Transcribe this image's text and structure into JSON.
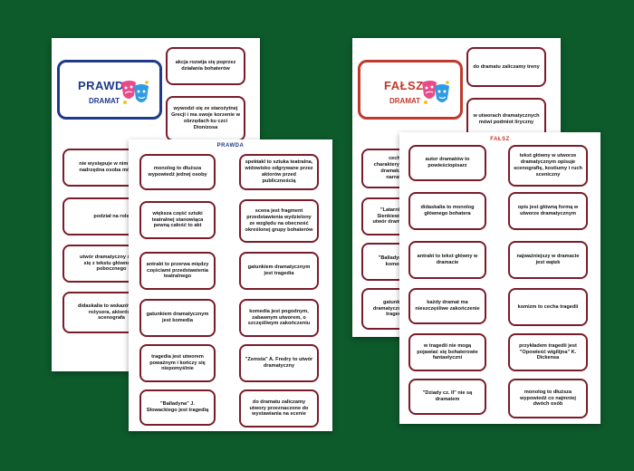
{
  "colors": {
    "background": "#0d5a2b",
    "prawda_accent": "#1f3a8a",
    "falsz_accent": "#c0392b",
    "card_border": "#7a1c2a"
  },
  "left_back": {
    "title": "PRAWDA",
    "subtitle": "DRAMAT",
    "icon": "theater-masks-icon",
    "top_cards": [
      "akcja rozwija się poprzez działania bohaterów",
      "wywodzi się ze starożytnej Grecji i ma swoje korzenie w obrzędach ku czci Dionizosa"
    ],
    "partial_cards": [
      "nie występuje w nim żadna nadrzędna osoba mówiąca",
      "podział na role",
      "utwór dramatyczny składa się z tekstu głównego i pobocznego",
      "didaskalia to wskazówki dla reżysera, aktorów i scenografa"
    ]
  },
  "left_front": {
    "label": "PRAWDA",
    "cards": [
      "monolog to dłuższa wypowiedź jednej osoby",
      "spektakl to sztuka teatralna, widowisko odgrywane przez aktorów przed publicznością",
      "większa część sztuki teatralnej stanowiąca pewną całość to akt",
      "scena jest fragment przedstawienia wydzielony ze względu na obecność określonej grupy bohaterów",
      "antrakt to przerwa między częściami przedstawienia teatralnego",
      "gatunkiem dramatycznym jest tragedia",
      "gatunkiem dramatycznym jest komedia",
      "komedia jest pogodnym, zabawnym utworem, o szczęśliwym zakończeniu",
      "tragedia jest utworem poważnym i kończy się niepomyślnie",
      "\"Zemsta\" A. Fredry to utwór dramatyczny",
      "\"Balladyna\" J. Słowackiego jest tragedią",
      "do dramatu zaliczamy utwory przeznaczone do wystawiania na scenie"
    ]
  },
  "right_back": {
    "title": "FAŁSZ",
    "subtitle": "DRAMAT",
    "icon": "theater-masks-icon",
    "top_cards": [
      "do dramatu zaliczamy treny",
      "w utworach dramatycznych mówi podmiot liryczny"
    ],
    "partial_cards": [
      "cechą charakterystyczną dramatu jest narrator",
      "\"Latarnik\" H. Sienkiewicza to utwór dramatyczny",
      "\"Balladyna\" to komedia",
      "gatunkiem dramatycznym jest tragedia"
    ]
  },
  "right_front": {
    "label": "FAŁSZ",
    "cards": [
      "autor dramatów to powieściopisarz",
      "tekst główny w utworze dramatycznym opisuje scenografię, kostiumy i ruch sceniczny",
      "didaskalia to monolog głównego bohatera",
      "opis jest główną formą w utworze dramatycznym",
      "antrakt to tekst główny w dramacie",
      "najważniejszy w dramacie jest wątek",
      "każdy dramat ma nieszczęśliwe zakończenie",
      "komizm to cecha tragedii",
      "w tragedii nie mogą pojawiać się bohaterowie fantastyczni",
      "przykładem tragedii jest \"Opowieść wigilijna\" K. Dickensa",
      "\"Dziady cz. II\" nie są dramatem",
      "monolog to dłuższa wypowiedź co najmniej dwóch osób"
    ]
  }
}
